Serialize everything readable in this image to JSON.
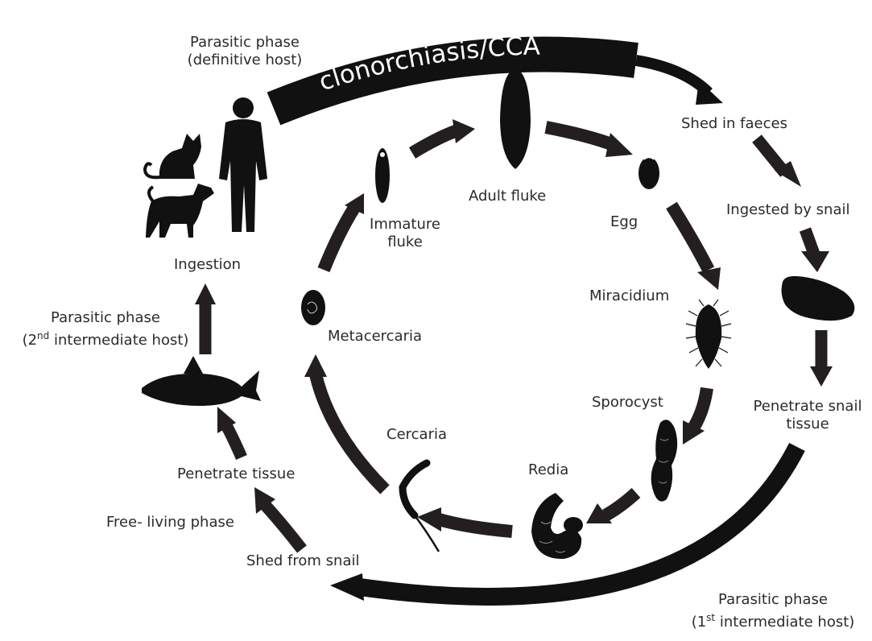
{
  "banner": {
    "title": "clonorchiasis/CCA"
  },
  "phases": {
    "definitive": {
      "line1": "Parasitic phase",
      "line2": "(definitive host)"
    },
    "second": {
      "line1": "Parasitic phase",
      "line2_pre": "(2",
      "sup": "nd",
      "line2_post": " intermediate host)"
    },
    "first": {
      "line1": "Parasitic phase",
      "line2_pre": "(1",
      "sup": "st",
      "line2_post": " intermediate host)"
    },
    "free_living": "Free- living phase"
  },
  "outer_steps": {
    "shed_in_faeces": "Shed in faeces",
    "ingested_by_snail": "Ingested by snail",
    "penetrate_snail": {
      "line1": "Penetrate snail",
      "line2": "tissue"
    },
    "shed_from_snail": "Shed from snail",
    "penetrate_tissue": "Penetrate tissue",
    "ingestion": "Ingestion"
  },
  "stages": {
    "adult_fluke": "Adult fluke",
    "egg": "Egg",
    "miracidium": "Miracidium",
    "sporocyst": "Sporocyst",
    "redia": "Redia",
    "cercaria": "Cercaria",
    "metacercaria": "Metacercaria",
    "immature_fluke": {
      "line1": "Immature",
      "line2": "fluke"
    }
  },
  "colors": {
    "arrow": "#231f20",
    "silhouette": "#111111",
    "text": "#2b2b2b",
    "background": "#ffffff"
  },
  "icons": [
    "human-silhouette-icon",
    "cat-silhouette-icon",
    "dog-silhouette-icon",
    "fish-silhouette-icon",
    "snail-silhouette-icon"
  ]
}
